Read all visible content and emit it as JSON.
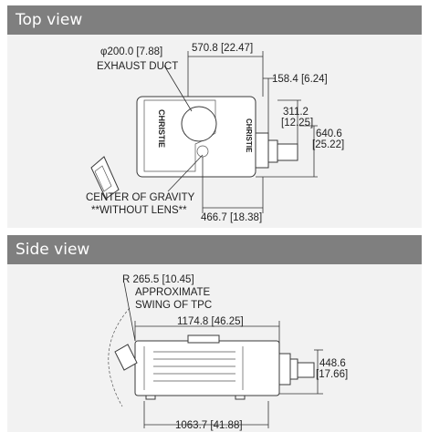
{
  "sections": {
    "top_view": {
      "title": "Top view",
      "labels": {
        "duct_dia": "φ200.0 [7.88]",
        "duct_name": "EXHAUST DUCT",
        "width_dim": "570.8 [22.47]",
        "right_offset": "158.4 [6.24]",
        "dim_311_a": "311.2",
        "dim_311_b": "[12.25]",
        "dim_640_a": "640.6",
        "dim_640_b": "[25.22]",
        "cog_line1": "CENTER OF GRAVITY",
        "cog_line2": "**WITHOUT LENS**",
        "bottom_dim": "466.7 [18.38]",
        "brand": "CHRISTIE"
      }
    },
    "side_view": {
      "title": "Side view",
      "labels": {
        "radius": "R 265.5 [10.45]",
        "approx": "APPROXIMATE",
        "swing": "SWING OF TPC",
        "top_dim": "1174.8 [46.25]",
        "height_a": "448.6",
        "height_b": "[17.66]",
        "bottom_dim": "1063.7 [41.88]"
      }
    }
  }
}
